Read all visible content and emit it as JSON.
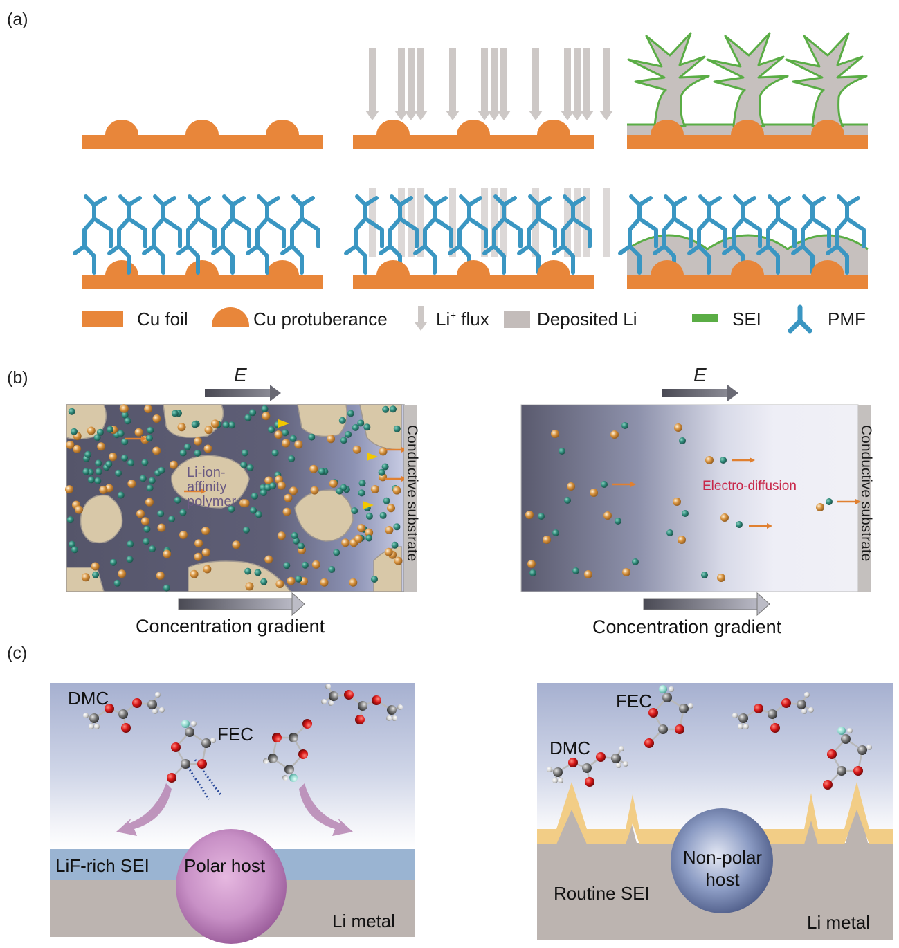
{
  "panels": {
    "a": {
      "label": "(a)",
      "legend": [
        {
          "key": "cu_foil",
          "text": "Cu foil",
          "color": "#e8863a"
        },
        {
          "key": "cu_protuberance",
          "text": "Cu protuberance",
          "color": "#e8863a"
        },
        {
          "key": "li_flux",
          "text": "Li",
          "sup": "+",
          "suffix": " flux",
          "color": "#c9c4c2"
        },
        {
          "key": "deposited_li",
          "text": "Deposited Li",
          "color": "#c3bcba"
        },
        {
          "key": "sei",
          "text": "SEI",
          "color": "#5aad45"
        },
        {
          "key": "pmf",
          "text": "PMF",
          "color": "#3a96c2"
        }
      ]
    },
    "b": {
      "label": "(b)",
      "left": {
        "field_label": "E",
        "polymer_label_lines": [
          "Li-ion-",
          "affinity",
          "polymer"
        ],
        "substrate_label": "Conductive substrate",
        "gradient_label": "Concentration gradient"
      },
      "right": {
        "field_label": "E",
        "process_label": "Electro-diffusion",
        "substrate_label": "Conductive substrate",
        "gradient_label": "Concentration gradient"
      }
    },
    "c": {
      "label": "(c)",
      "left": {
        "dmc_label": "DMC",
        "fec_label": "FEC",
        "sei_label": "LiF-rich SEI",
        "host_label": "Polar host",
        "metal_label": "Li metal"
      },
      "right": {
        "fec_label": "FEC",
        "dmc_label": "DMC",
        "sei_label": "Routine SEI",
        "host_label_lines": [
          "Non-polar",
          "host"
        ],
        "metal_label": "Li metal"
      }
    }
  },
  "colors": {
    "cu": "#e8863a",
    "pmf": "#3a96c2",
    "sei_green": "#5aad45",
    "deposited": "#c6c0be",
    "flux": "#cdc8c6",
    "polymer": "#d8c8a8",
    "electrolyte": "#5c5c70",
    "li_ion": "#2f8a7a",
    "anion": "#d6913c",
    "electro_text": "#c8284a",
    "polymer_text": "#6a5a82",
    "lif_sei": "#9ab4d2",
    "li_metal": "#bcb4b0",
    "routine_sei": "#f2cd86",
    "polar_host": "#c58ac4",
    "nonpolar_host": "#7888b0"
  }
}
